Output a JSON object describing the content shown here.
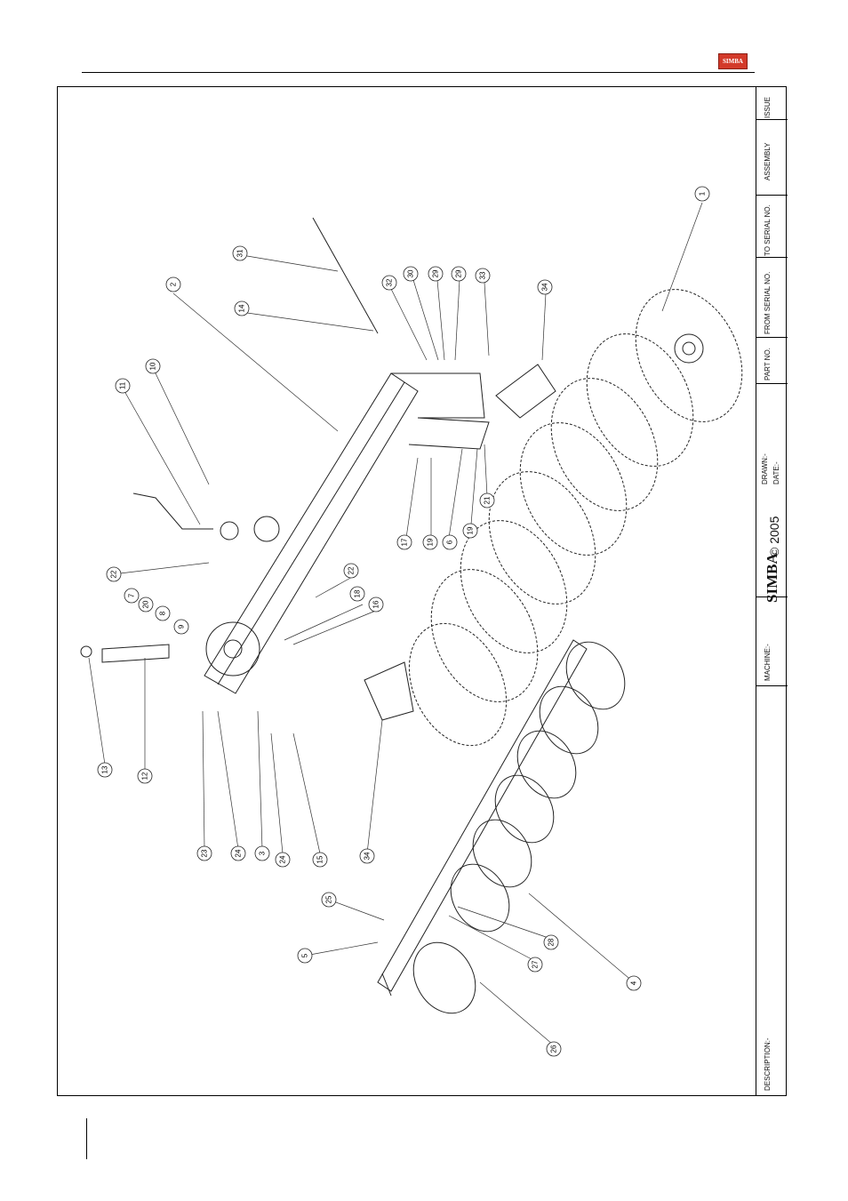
{
  "header": {
    "logo_text": "SIMBA"
  },
  "title_block": {
    "issue_label": "ISSUE",
    "assembly_label": "ASSEMBLY",
    "to_serial_label": "TO SERIAL NO.",
    "from_serial_label": "FROM SERIAL NO.",
    "part_no_label": "PART NO.",
    "drawn_label": "DRAWN:-",
    "date_label": "DATE:-",
    "copyright": "© 2005",
    "brand": "SIMBA",
    "machine_label": "MACHINE:-",
    "description_label": "DESCRIPTION:-"
  },
  "callouts": [
    "1",
    "2",
    "31",
    "14",
    "32",
    "30",
    "29",
    "29",
    "33",
    "34",
    "11",
    "10",
    "22",
    "7",
    "20",
    "8",
    "9",
    "22",
    "18",
    "16",
    "17",
    "19",
    "6",
    "19",
    "21",
    "13",
    "12",
    "23",
    "24",
    "3",
    "24",
    "15",
    "34",
    "25",
    "5",
    "28",
    "27",
    "4",
    "26"
  ]
}
